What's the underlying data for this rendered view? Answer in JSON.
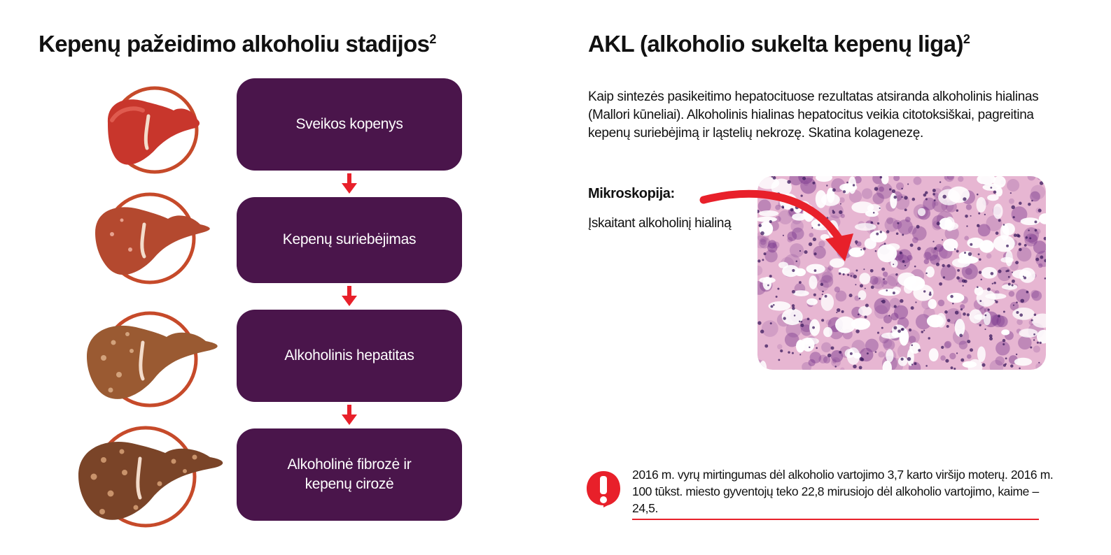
{
  "left": {
    "title": "Kepenų pažeidimo alkoholiu stadijos",
    "title_ref": "2",
    "stages": [
      {
        "label": "Sveikos kopenys",
        "icon": "healthy-liver-icon"
      },
      {
        "label": "Kepenų suriebėjimas",
        "icon": "fatty-liver-icon"
      },
      {
        "label": "Alkoholinis hepatitas",
        "icon": "hepatitis-liver-icon"
      },
      {
        "label": "Alkoholinė fibrozė ir\nkepenų cirozė",
        "icon": "cirrhosis-liver-icon"
      }
    ]
  },
  "right": {
    "title": "AKL (alkoholio sukelta kepenų liga)",
    "title_ref": "2",
    "intro": "Kaip sintezės pasikeitimo hepatocituose rezultatas atsiranda alkoholinis hialinas (Mallori kūneliai). Alkoholinis hialinas hepatocitus veikia citotoksiškai, pagreitina kepenų suriebėjimą ir ląstelių nekrozę. Skatina kolagenezę.",
    "micro_heading": "Mikroskopija:",
    "micro_text": "Įskaitant alkoholinį hialiną",
    "note": "2016 m. vyrų mirtingumas dėl alkoholio vartojimo 3,7 karto viršijo moterų. 2016 m. 100 tūkst. miesto gyventojų teko 22,8 mirusiojo dėl alkoholio vartojimo, kaime – 24,5."
  },
  "colors": {
    "box": "#4a154b",
    "accent_red": "#e8202a",
    "ring": "#c64a2a",
    "liver_healthy": "#c8362c",
    "liver_fatty": "#b4492f",
    "liver_hepatitis": "#9a5a32",
    "liver_cirrhosis": "#7a4428",
    "tissue_pink": "#e7b6d2",
    "tissue_purple": "#7b3a8e"
  },
  "icons": [
    "healthy-liver-icon",
    "fatty-liver-icon",
    "hepatitis-liver-icon",
    "cirrhosis-liver-icon",
    "down-arrow-icon",
    "curved-arrow-icon",
    "exclamation-icon"
  ]
}
